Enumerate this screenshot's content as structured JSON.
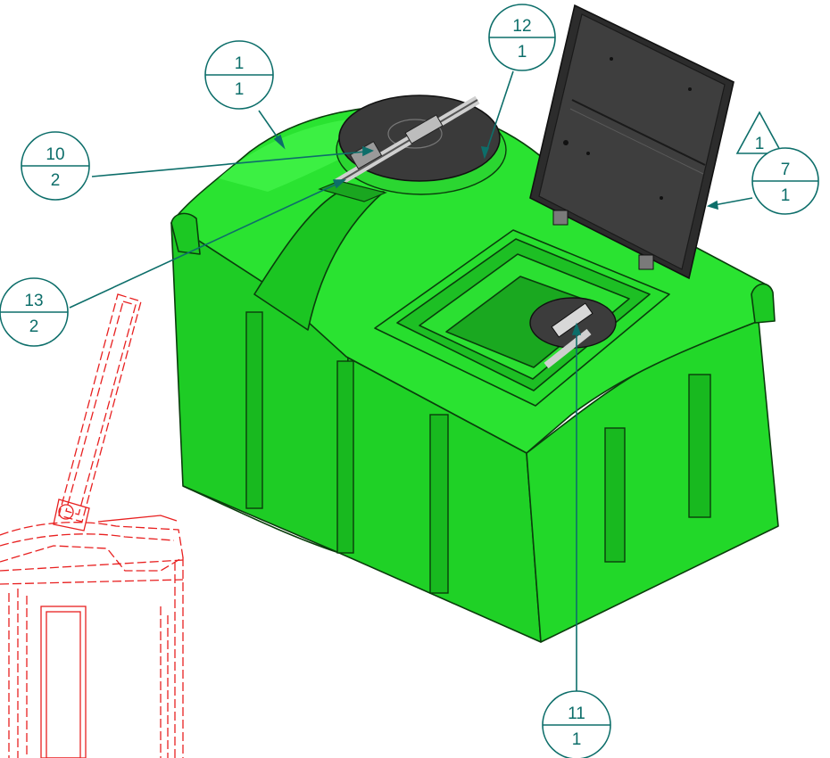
{
  "colors": {
    "tank": "#23dd2a",
    "tank_shade": "#17b81f",
    "tank_dark": "#0e8f14",
    "lid": "#3b3b3b",
    "lid_edge": "#1c1c1c",
    "balloon": "#0d6e6a",
    "ghost": "#e82020"
  },
  "balloons": [
    {
      "id": "b1",
      "top": "1",
      "bottom": "1"
    },
    {
      "id": "b12",
      "top": "12",
      "bottom": "1"
    },
    {
      "id": "b10",
      "top": "10",
      "bottom": "2"
    },
    {
      "id": "b13",
      "top": "13",
      "bottom": "2"
    },
    {
      "id": "b7",
      "top": "7",
      "bottom": "1"
    },
    {
      "id": "b11",
      "top": "11",
      "bottom": "1"
    }
  ],
  "revision_triangle": {
    "label": "1"
  }
}
